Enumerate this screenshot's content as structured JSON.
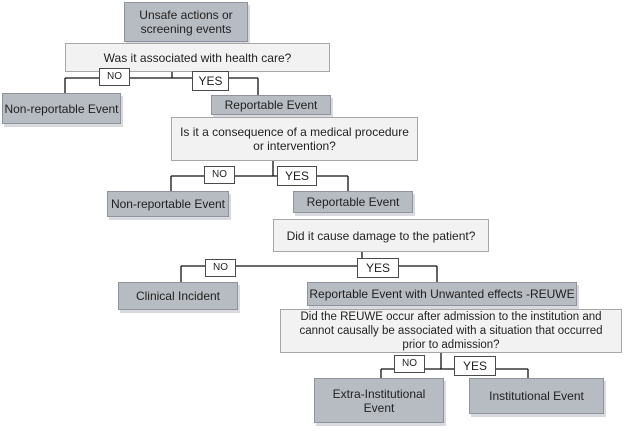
{
  "nodes": {
    "start": "Unsafe actions or screening events",
    "q1": "Was it associated with health care?",
    "nonrep1": "Non-reportable Event",
    "rep1": "Reportable Event",
    "q2": "Is it a consequence of a medical procedure or intervention?",
    "nonrep2": "Non-reportable Event",
    "rep2": "Reportable Event",
    "q3": "Did it cause damage to the patient?",
    "clinical": "Clinical Incident",
    "reuwe": "Reportable Event with Unwanted effects -REUWE",
    "q4": "Did the REUWE occur after admission to the institution and cannot causally be associated with a situation that occurred prior to admission?",
    "extra": "Extra-Institutional Event",
    "inst": "Institutional Event"
  },
  "labels": {
    "no": "NO",
    "yes": "YES"
  }
}
